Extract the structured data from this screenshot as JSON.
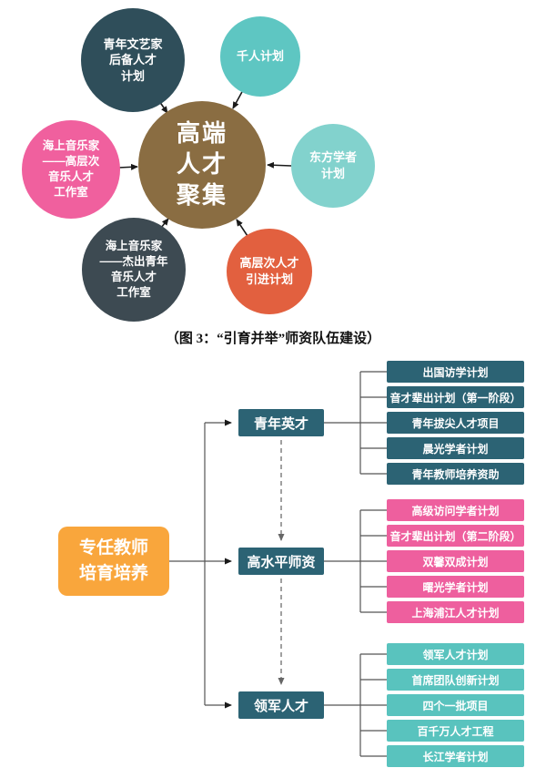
{
  "figure_caption": "（图 3：“引育并举”师资队伍建设）",
  "hub_diagram": {
    "center": {
      "label": "高端\n人才\n聚集",
      "color": "#8a6d42"
    },
    "satellites": [
      {
        "id": "youth-literary-reserve",
        "label": "青年文艺家\n后备人才\n计划",
        "color": "#2f4e5a"
      },
      {
        "id": "thousand-talents",
        "label": "千人计划",
        "color": "#5ec6c2"
      },
      {
        "id": "sea-musician-highlevel-studio",
        "label": "海上音乐家\n——高层次\n音乐人才\n工作室",
        "color": "#f0609e"
      },
      {
        "id": "oriental-scholar",
        "label": "东方学者\n计划",
        "color": "#82d2cd"
      },
      {
        "id": "sea-musician-outstanding-studio",
        "label": "海上音乐家\n——杰出青年\n音乐人才\n工作室",
        "color": "#3d4a52"
      },
      {
        "id": "highlevel-talent-introduction",
        "label": "高层次人才\n引进计划",
        "color": "#e2603f"
      }
    ]
  },
  "tree": {
    "root": {
      "label": "专任教师\n培育培养",
      "color": "#f9a63c"
    },
    "branch_box_color": "#2c6374",
    "branches": [
      {
        "label": "青年英才",
        "leaf_color": "#2c6374",
        "leaves": [
          "出国访学计划",
          "音才辈出计划（第一阶段）",
          "青年拔尖人才项目",
          "晨光学者计划",
          "青年教师培养资助"
        ]
      },
      {
        "label": "高水平师资",
        "leaf_color": "#ee5f9e",
        "leaves": [
          "高级访问学者计划",
          "音才辈出计划（第二阶段）",
          "双馨双成计划",
          "曙光学者计划",
          "上海浦江人才计划"
        ]
      },
      {
        "label": "领军人才",
        "leaf_color": "#59c3be",
        "leaves": [
          "领军人才计划",
          "首席团队创新计划",
          "四个一批项目",
          "百千万人才工程",
          "长江学者计划"
        ]
      }
    ]
  }
}
